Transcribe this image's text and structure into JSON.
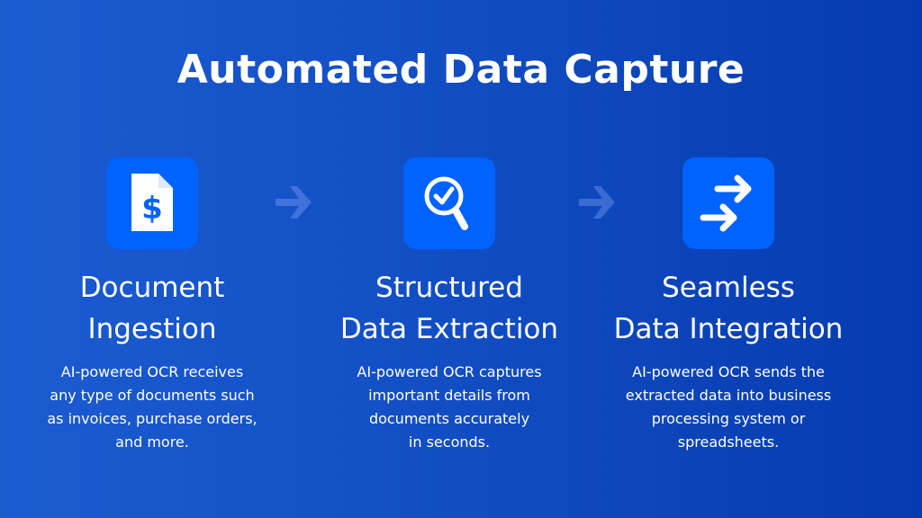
{
  "title": "Automated Data Capture",
  "steps": [
    {
      "icon": "invoice-dollar-document-icon",
      "heading": [
        "Document",
        "Ingestion"
      ],
      "description": [
        "AI-powered OCR receives",
        "any type of documents such",
        "as invoices, purchase orders,",
        "and more."
      ]
    },
    {
      "icon": "magnifier-check-icon",
      "heading": [
        "Structured",
        "Data Extraction"
      ],
      "description": [
        "AI-powered OCR captures",
        "important details from",
        "documents accurately",
        "in seconds."
      ]
    },
    {
      "icon": "transfer-arrows-icon",
      "heading": [
        "Seamless",
        "Data Integration"
      ],
      "description": [
        "AI-powered OCR sends the",
        "extracted data into business",
        "processing system or",
        "spreadsheets."
      ]
    }
  ],
  "colors": {
    "icon_bg": "#0062ff",
    "background_left": "#1b5bd0",
    "background_right": "#063bb0"
  }
}
